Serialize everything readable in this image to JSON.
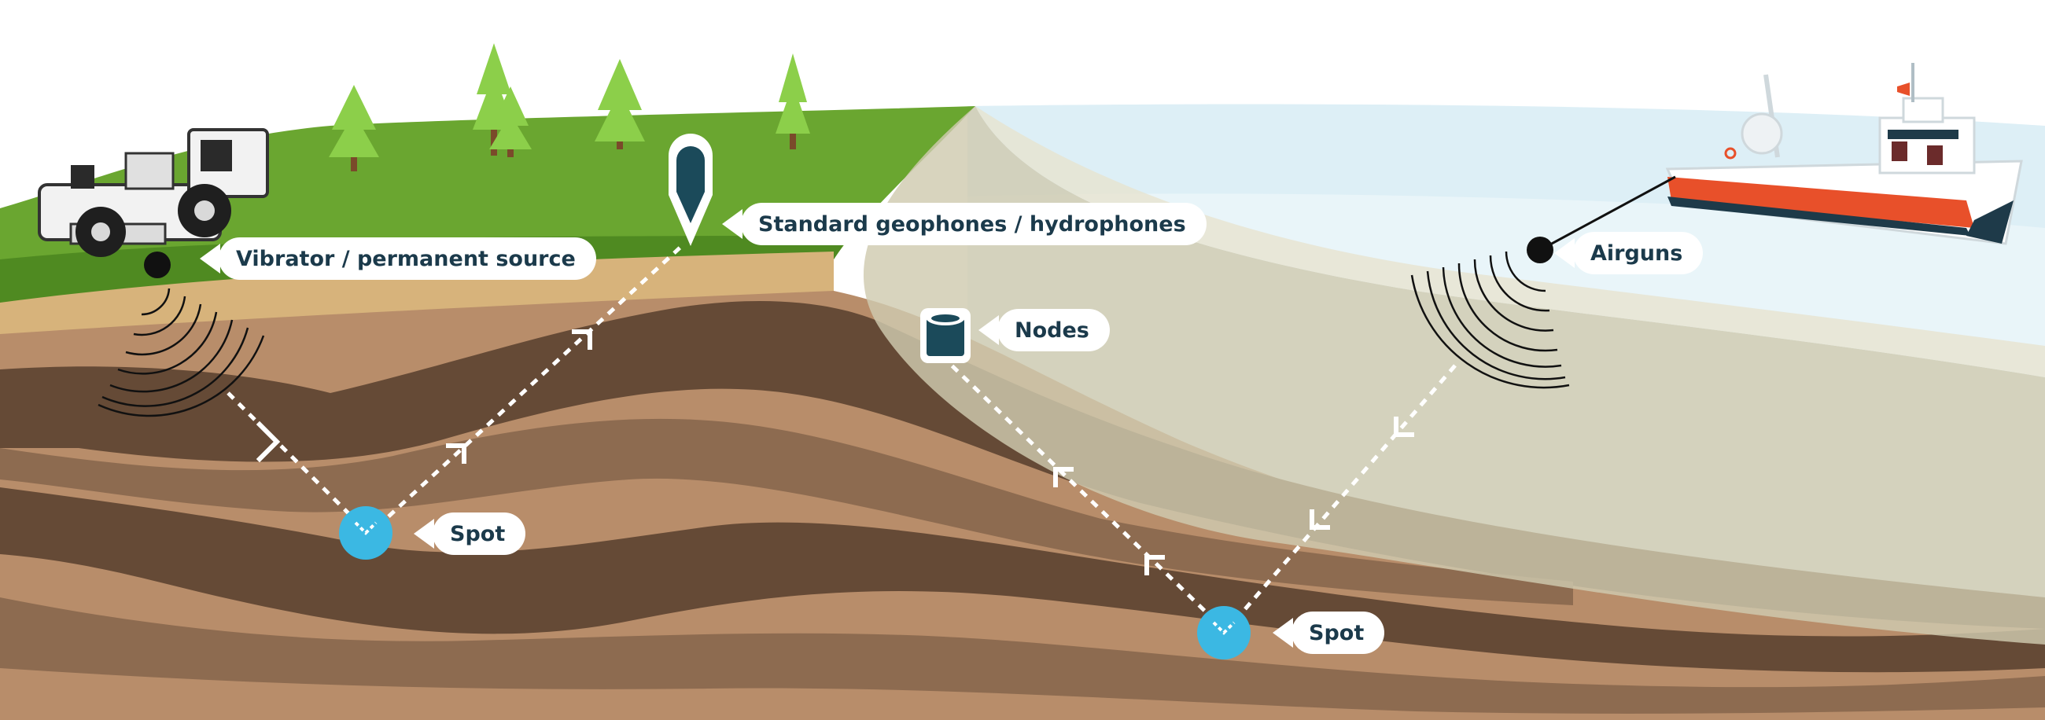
{
  "labels": {
    "vibrator": "Vibrator / permanent source",
    "geophones": "Standard geophones / hydrophones",
    "nodes": "Nodes",
    "airguns": "Airguns",
    "spot_left": "Spot",
    "spot_right": "Spot"
  },
  "colors": {
    "grass": "#6aa630",
    "grass_dark": "#4f8a21",
    "sand": "#d7b37b",
    "earth_light": "#b88d6a",
    "earth_mid": "#8d6b50",
    "earth_dark": "#654a36",
    "sea": "#ddeff6",
    "seabed_overlay": "#d0cbb0",
    "spot": "#3bb8e3",
    "label_text": "#1b3a4b",
    "ship_hull_red": "#e8502a",
    "ship_hull_dark": "#1e3a49"
  },
  "icons": [
    "tree-icon",
    "vibrator-truck-icon",
    "geophone-icon",
    "node-icon",
    "ship-icon",
    "wave-arcs-icon",
    "arrow-chevron-icon"
  ]
}
